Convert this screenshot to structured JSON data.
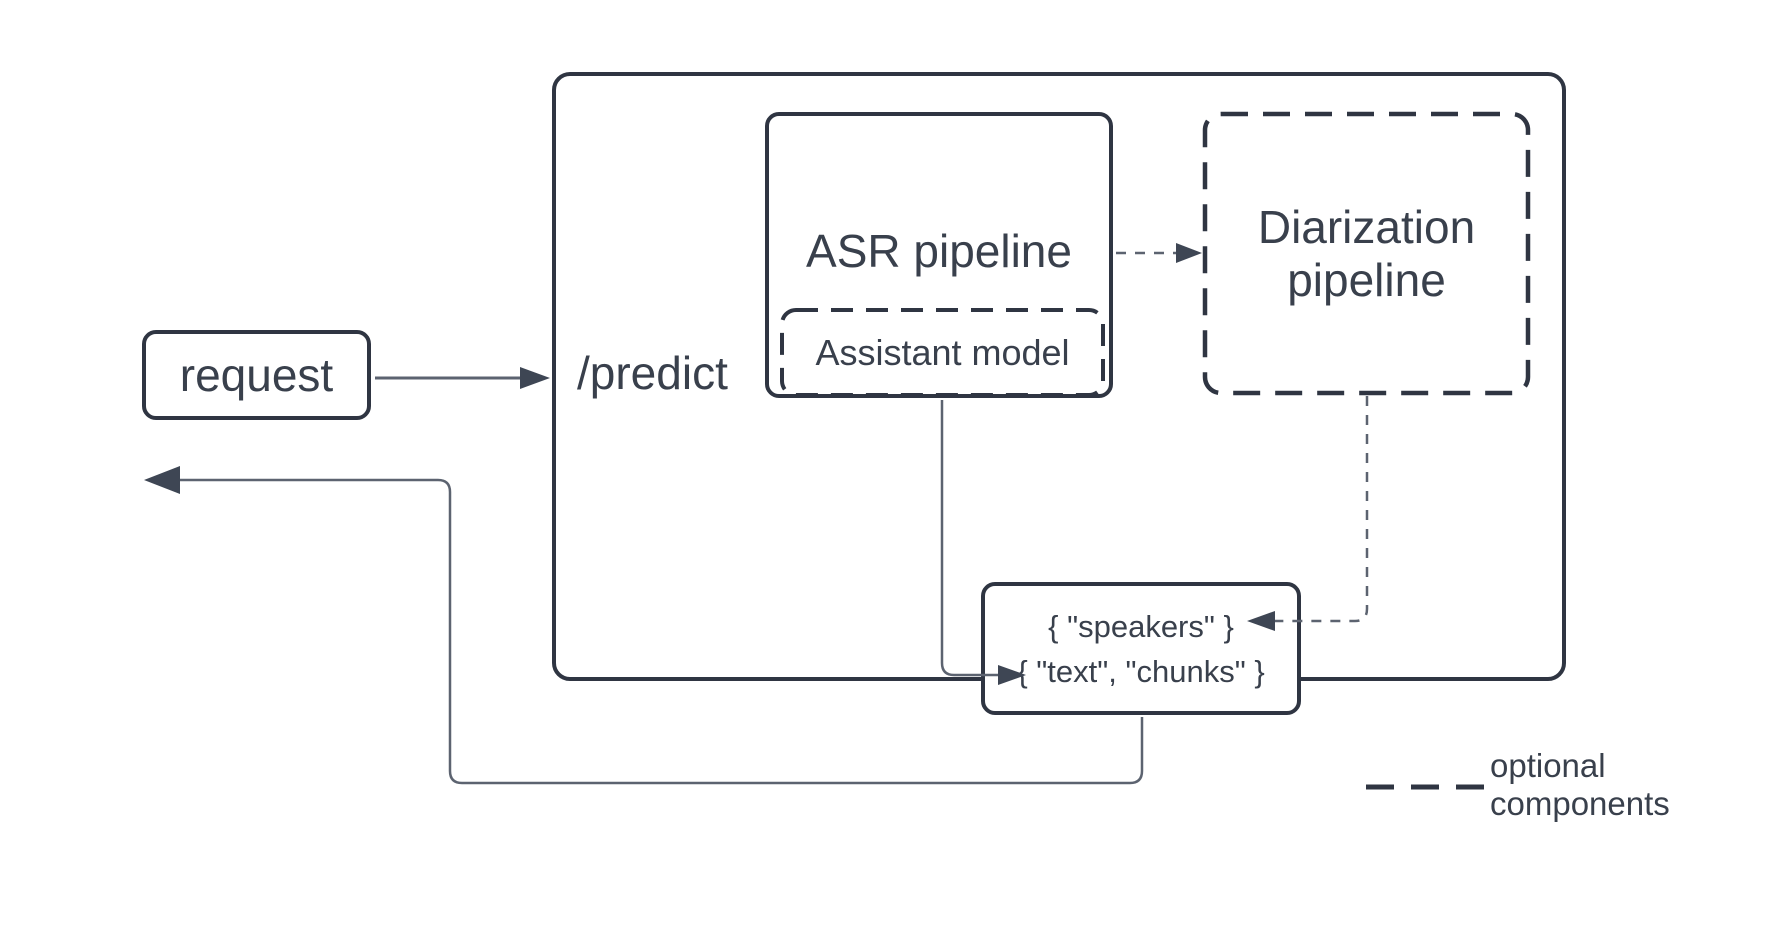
{
  "nodes": {
    "request": {
      "label": "request"
    },
    "predict": {
      "label": "/predict"
    },
    "asr": {
      "label": "ASR pipeline"
    },
    "assistant": {
      "label": "Assistant model"
    },
    "diarization": {
      "label": "Diarization pipeline"
    },
    "result": {
      "line1": "{ \"speakers\" }",
      "line2": "{ \"text\", \"chunks\" }"
    }
  },
  "legend": {
    "label": "optional\ncomponents",
    "symbol": "dashed-line"
  },
  "colors": {
    "box_border": "#2f3542",
    "text": "#39404c",
    "connector": "#5c6370",
    "arrowhead": "#3e4654",
    "background": "#ffffff"
  }
}
